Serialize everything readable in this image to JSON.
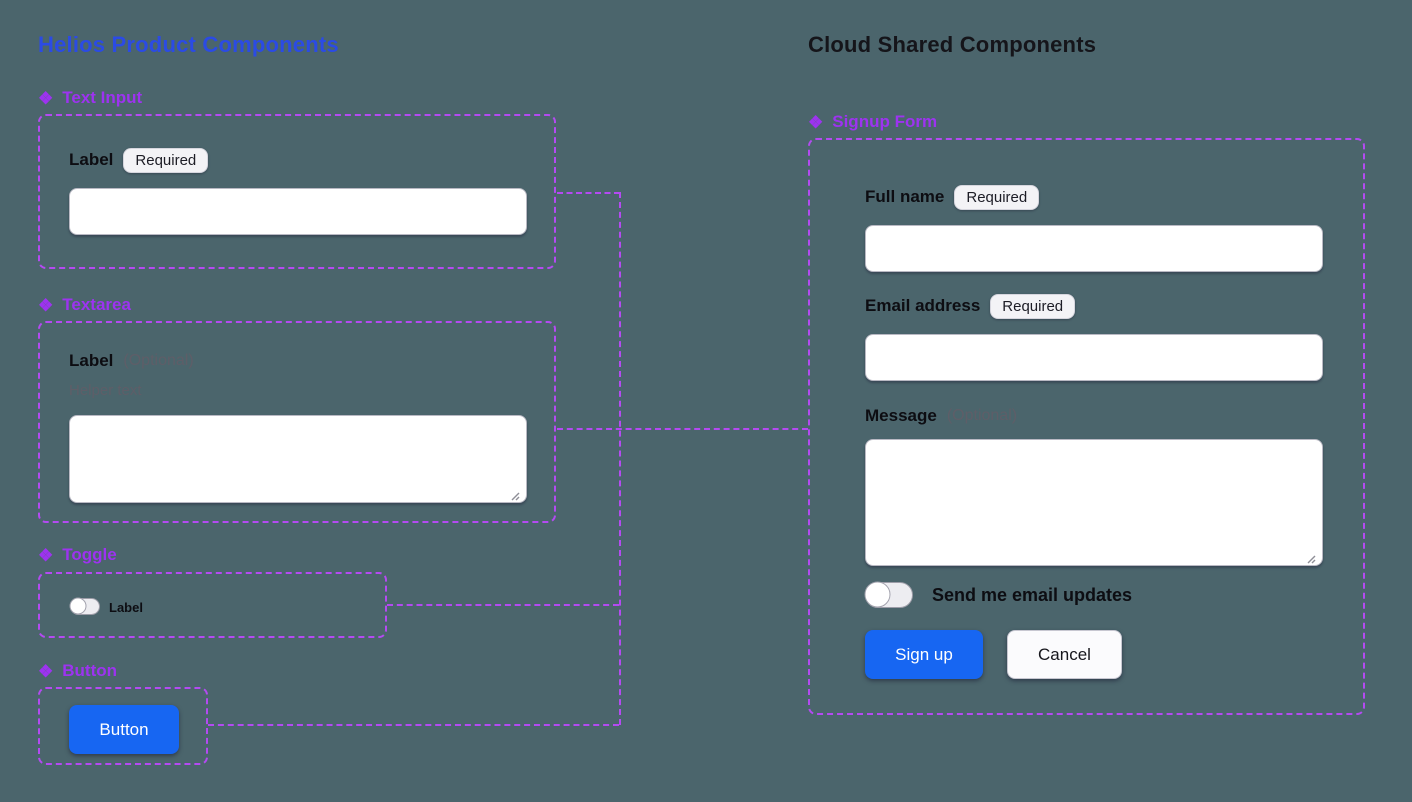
{
  "colors": {
    "bg": "#4b656c",
    "dash": "#b44af2",
    "purple": "#9d33f0",
    "title_blue": "#2b4be4",
    "title_black": "#15151a",
    "accent_blue": "#1766f2"
  },
  "icons": {
    "component": "❖"
  },
  "left_panel": {
    "title": "Helios Product Components",
    "components": {
      "text_input": {
        "name": "Text Input",
        "label": "Label",
        "badge": "Required"
      },
      "textarea": {
        "name": "Textarea",
        "label": "Label",
        "optional": "(Optional)",
        "helper": "Helper text"
      },
      "toggle": {
        "name": "Toggle",
        "label": "Label"
      },
      "button": {
        "name": "Button",
        "button_label": "Button"
      }
    }
  },
  "right_panel": {
    "title": "Cloud Shared Components",
    "form": {
      "name": "Signup Form",
      "full_name_label": "Full name",
      "full_name_badge": "Required",
      "email_label": "Email address",
      "email_badge": "Required",
      "message_label": "Message",
      "message_optional": "(Optional)",
      "toggle_label": "Send me email updates",
      "submit_label": "Sign up",
      "cancel_label": "Cancel"
    }
  }
}
